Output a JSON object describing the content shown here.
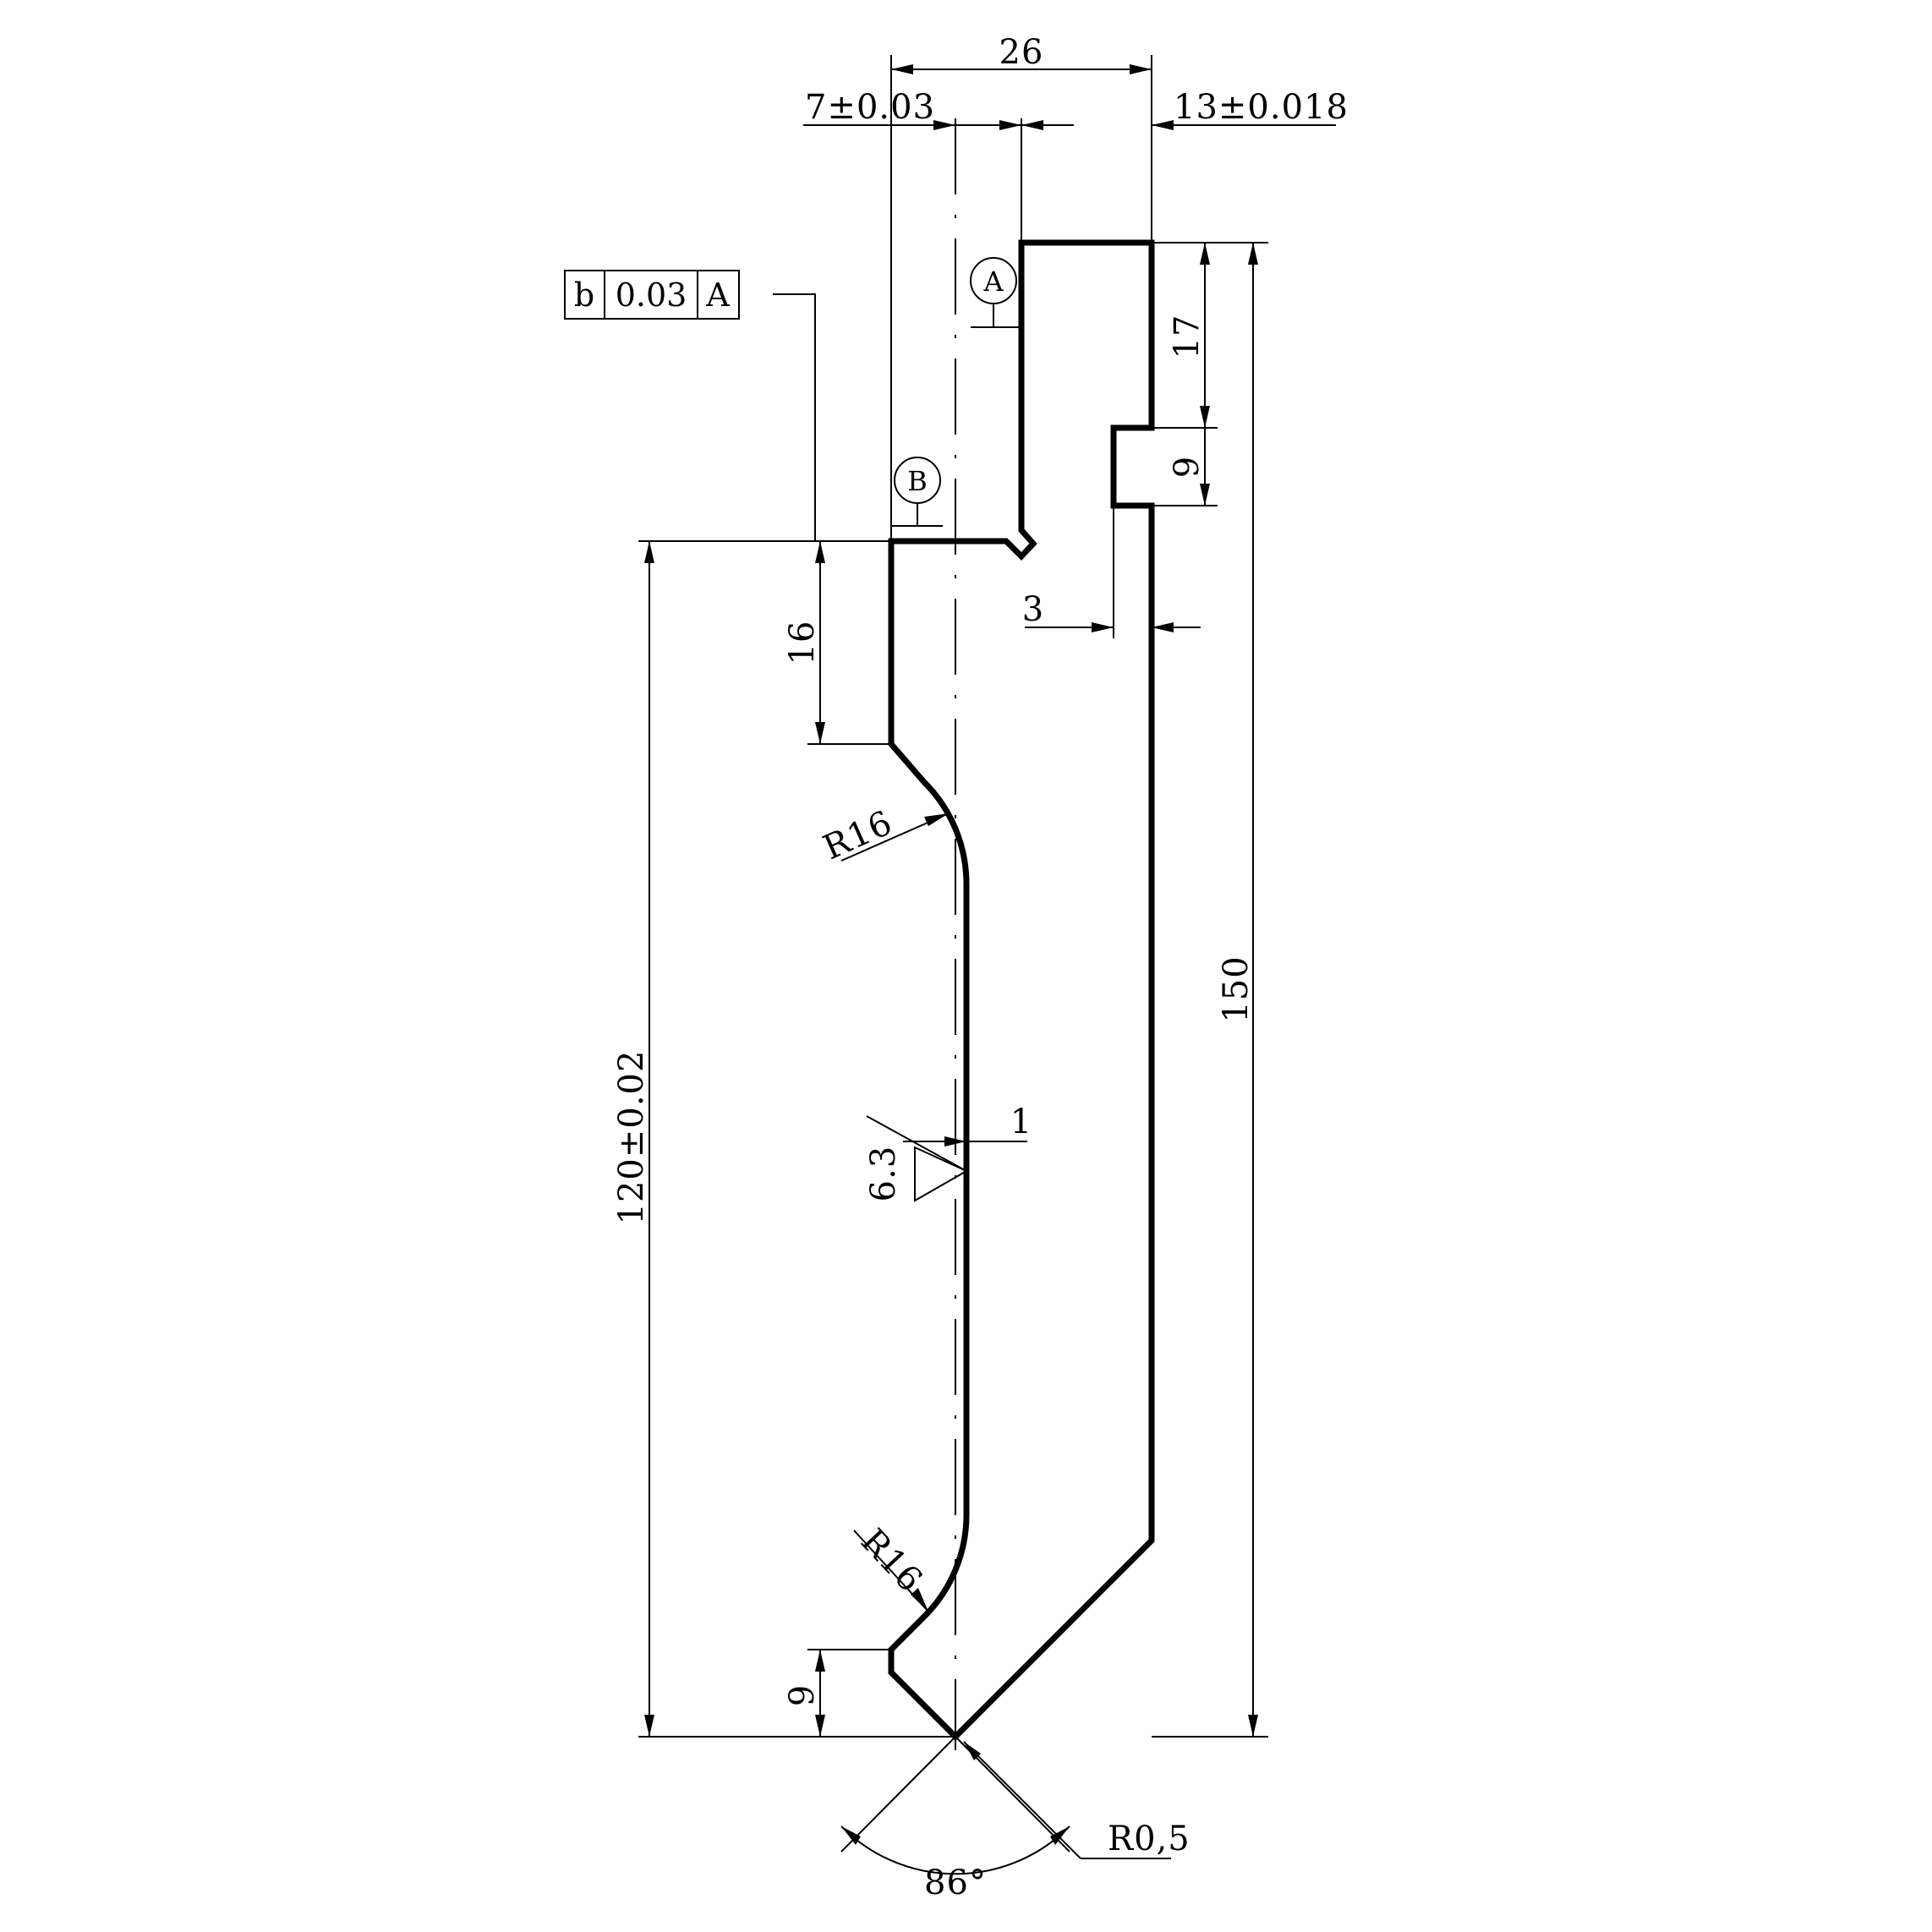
{
  "dimensions": {
    "width_26": "26",
    "tol_7": "7±0.03",
    "tol_13": "13±0.018",
    "dim_17": "17",
    "dim_9_top": "9",
    "dim_3": "3",
    "dim_16": "16",
    "dim_150": "150",
    "dim_120": "120±0.02",
    "dim_9_bottom": "9",
    "radius_top": "R16",
    "radius_bottom": "R16",
    "tip_radius": "R0,5",
    "tip_angle": "86°"
  },
  "tolerance_frame": {
    "symbol": "b",
    "value": "0.03",
    "datum": "A"
  },
  "datums": {
    "a": "A",
    "b": "B"
  },
  "surface_finish": {
    "roughness": "6.3",
    "allowance": "1"
  }
}
